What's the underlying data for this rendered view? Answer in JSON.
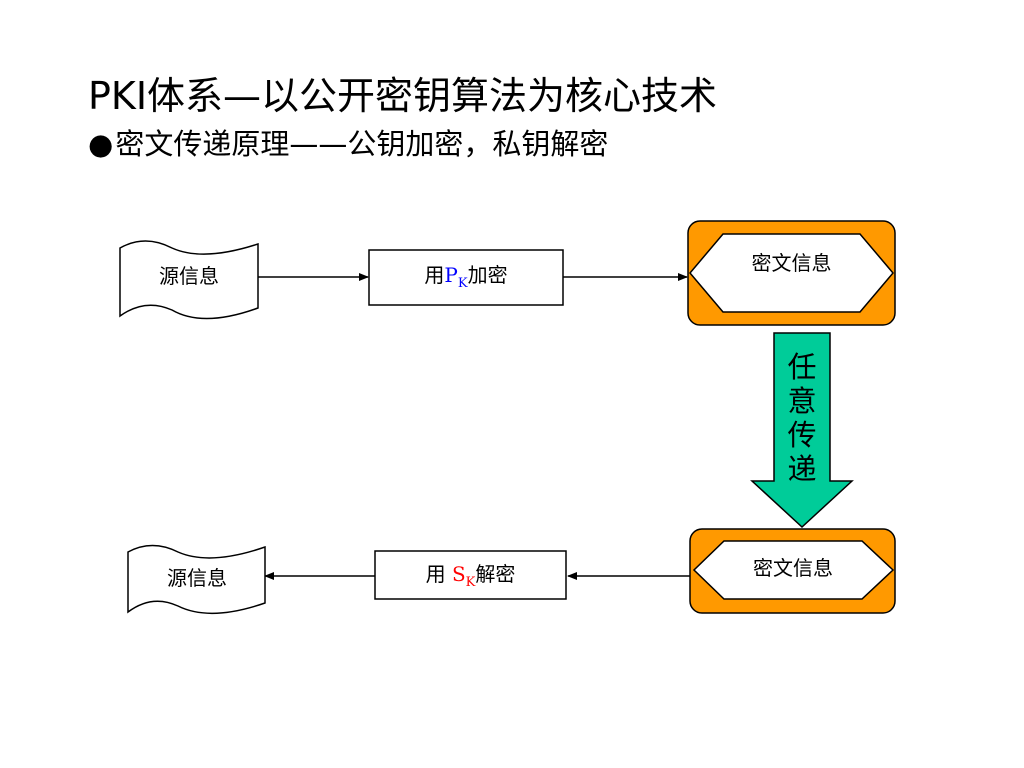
{
  "title": "PKI体系—以公开密钥算法为核心技术",
  "subtitle": {
    "bullet": "●",
    "text": "密文传递原理——公钥加密，私钥解密"
  },
  "top_row": {
    "source": "源信息",
    "encrypt": {
      "prefix": "用",
      "key": "P",
      "key_sub": "K",
      "suffix": "加密",
      "key_color": "#0000ff"
    },
    "cipher": "密文信息"
  },
  "transfer": {
    "label": "任意传递",
    "fill": "#00cc99"
  },
  "bottom_row": {
    "cipher": "密文信息",
    "decrypt": {
      "prefix": "用 ",
      "key": "S",
      "key_sub": "K",
      "suffix": "解密",
      "key_color": "#ff0000"
    },
    "source": "源信息"
  },
  "colors": {
    "cipher_fill": "#ff9900",
    "stroke": "#000000"
  }
}
